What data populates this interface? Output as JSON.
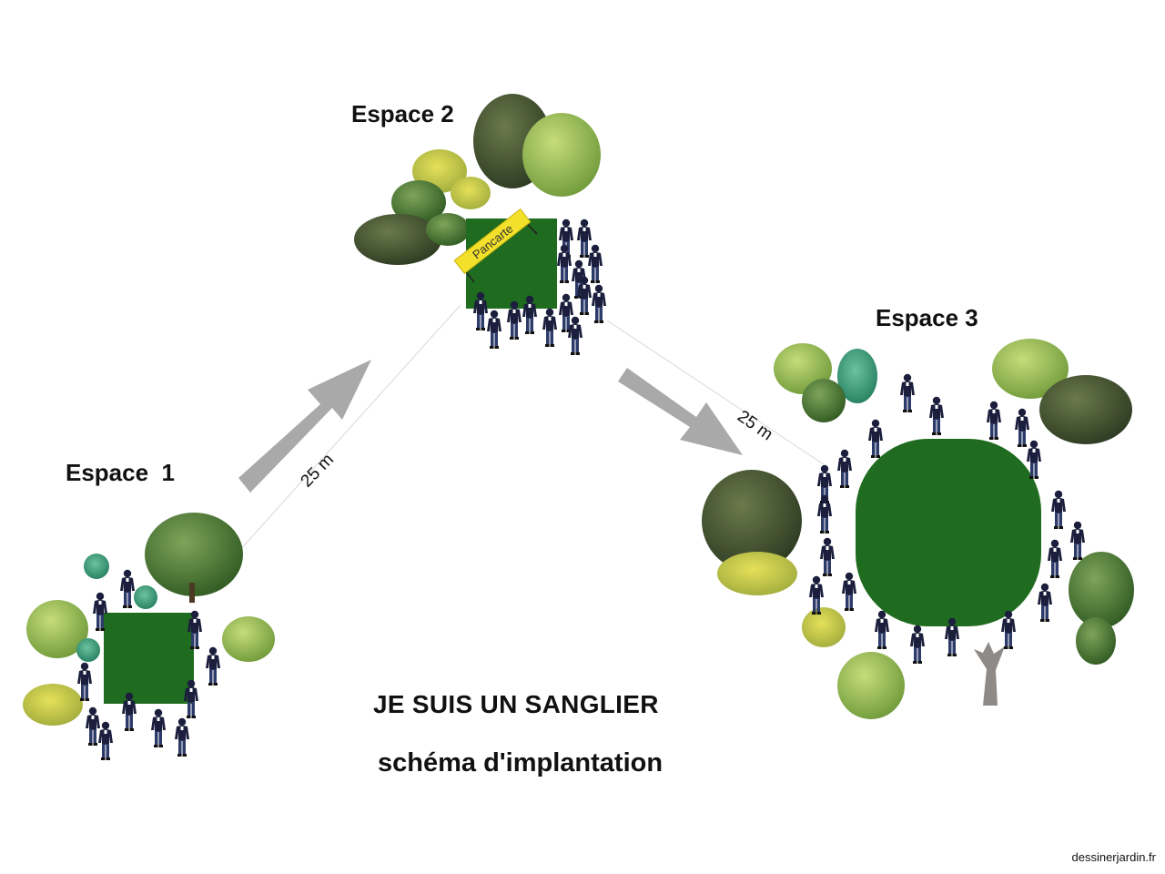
{
  "spaces": {
    "espace1": {
      "label": "Espace  1"
    },
    "espace2": {
      "label": "Espace 2",
      "sign": "Pancarte"
    },
    "espace3": {
      "label": "Espace 3"
    }
  },
  "distances": {
    "d12": "25 m",
    "d23": "25 m"
  },
  "title": "JE SUIS UN SANGLIER",
  "subtitle": "schéma d'implantation",
  "credit": "dessinerjardin.fr",
  "colors": {
    "lawn": "#1f6b1f",
    "arrow": "#a9a9a9",
    "sign": "#f2e02a",
    "person": "#1b1f3d"
  }
}
